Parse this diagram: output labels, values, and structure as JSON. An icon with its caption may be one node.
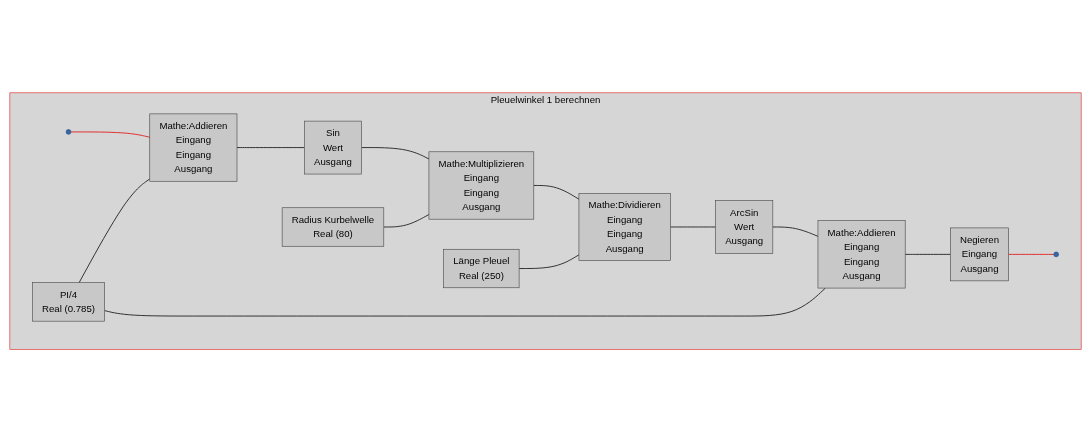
{
  "diagram": {
    "nodes": [
      {
        "text": [
          "Pleuelwinkel 1 berechnen"
        ]
      },
      {
        "text": [],
        "shape": "circle",
        "in": 0
      },
      {
        "text": [
          "Mathe:Addieren",
          "Eingang",
          "Eingang",
          "Ausgang"
        ],
        "in": 0
      },
      {
        "text": [
          "Sin",
          "Wert",
          "Ausgang"
        ],
        "in": 0
      },
      {
        "text": [
          "Mathe:Multiplizieren",
          "Eingang",
          "Eingang",
          "Ausgang"
        ],
        "in": 0
      },
      {
        "text": [
          "Radius Kurbelwelle",
          "Real (80)"
        ],
        "in": 0
      },
      {
        "text": [
          "Negieren",
          "Eingang",
          "Ausgang"
        ],
        "in": 0
      },
      {
        "text": [
          "PI/4",
          "Real (0.785)"
        ],
        "in": 0
      },
      {
        "text": [
          "Länge Pleuel",
          "Real (250)"
        ],
        "in": 0
      },
      {
        "text": [
          "Mathe:Dividieren",
          "Eingang",
          "Eingang",
          "Ausgang"
        ],
        "in": 0
      },
      {
        "text": [
          "ArcSin",
          "Wert",
          "Ausgang"
        ],
        "in": 0
      },
      {
        "text": [
          "Mathe:Addieren",
          "Eingang",
          "Eingang",
          "Ausgang"
        ],
        "in": 0
      },
      {
        "text": [],
        "shape": "circle",
        "in": 0
      }
    ],
    "edges": [
      {
        "from": 1,
        "to": 2,
        "arrow": "none",
        "color": "#e02020"
      },
      {
        "from": 7,
        "to": 2,
        "arrow": "none"
      },
      {
        "from": 2,
        "to": 3,
        "arrow": "none"
      },
      {
        "from": 3,
        "to": 4,
        "arrow": "none"
      },
      {
        "from": 5,
        "to": 4,
        "arrow": "none"
      },
      {
        "from": 4,
        "to": 9,
        "arrow": "none"
      },
      {
        "from": 8,
        "to": 9,
        "arrow": "none"
      },
      {
        "from": 9,
        "to": 10,
        "arrow": "none"
      },
      {
        "from": 10,
        "to": 11,
        "arrow": "none"
      },
      {
        "from": 7,
        "to": 11,
        "arrow": "none"
      },
      {
        "from": 11,
        "to": 6,
        "arrow": "none"
      },
      {
        "from": 6,
        "to": 12,
        "arrow": "none",
        "color": "#e02020"
      }
    ]
  }
}
